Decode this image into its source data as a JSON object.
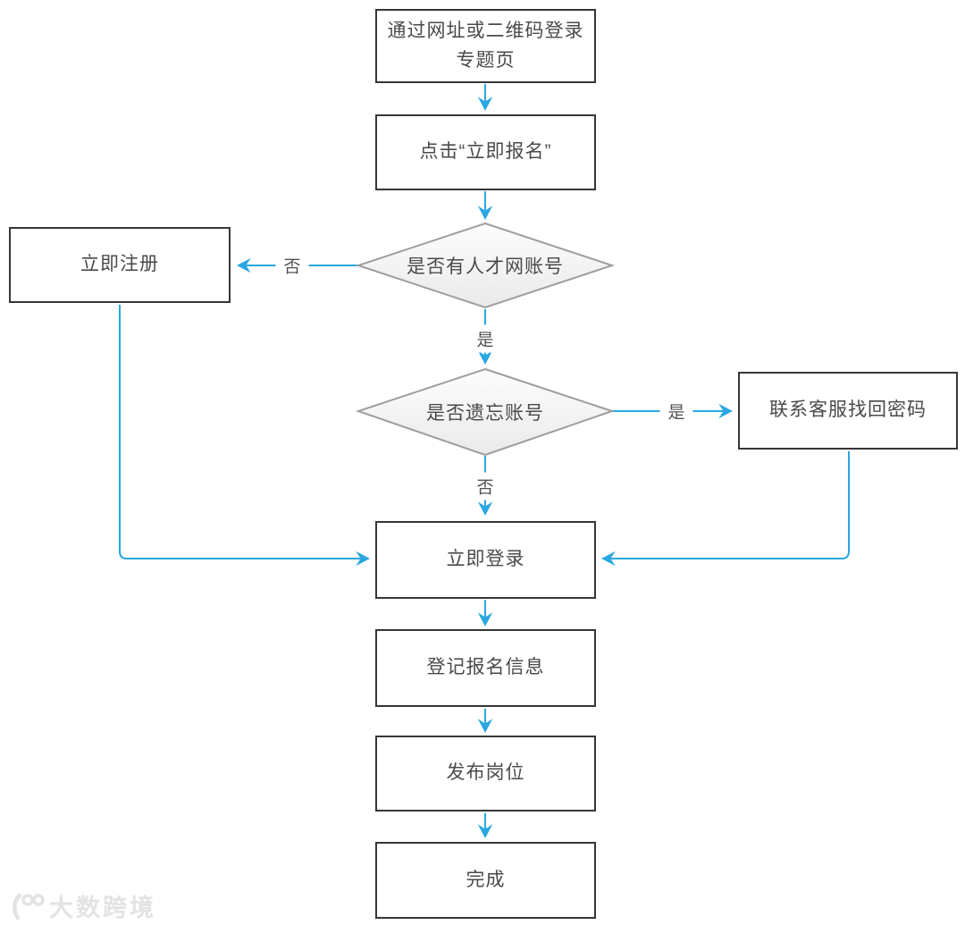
{
  "diagram": {
    "colors": {
      "arrow": "#2aa7e1",
      "box_border": "#363636",
      "diamond_border": "#9e9e9e",
      "text": "#4a4a4a",
      "watermark": "#e3e3e3"
    },
    "nodes": {
      "open_page": {
        "label": "通过网址或二维码登录专题页"
      },
      "click_signup": {
        "label": "点击“立即报名”"
      },
      "has_account": {
        "label": "是否有人才网账号"
      },
      "register_now": {
        "label": "立即注册"
      },
      "forgot_account": {
        "label": "是否遗忘账号"
      },
      "contact_service": {
        "label": "联系客服找回密码"
      },
      "login_now": {
        "label": "立即登录"
      },
      "fill_info": {
        "label": "登记报名信息"
      },
      "publish_job": {
        "label": "发布岗位"
      },
      "done": {
        "label": "完成"
      }
    },
    "edge_labels": {
      "no_register": "否",
      "yes_has": "是",
      "yes_contact": "是",
      "no_login": "否"
    },
    "watermark": {
      "text": "大数跨境"
    }
  }
}
